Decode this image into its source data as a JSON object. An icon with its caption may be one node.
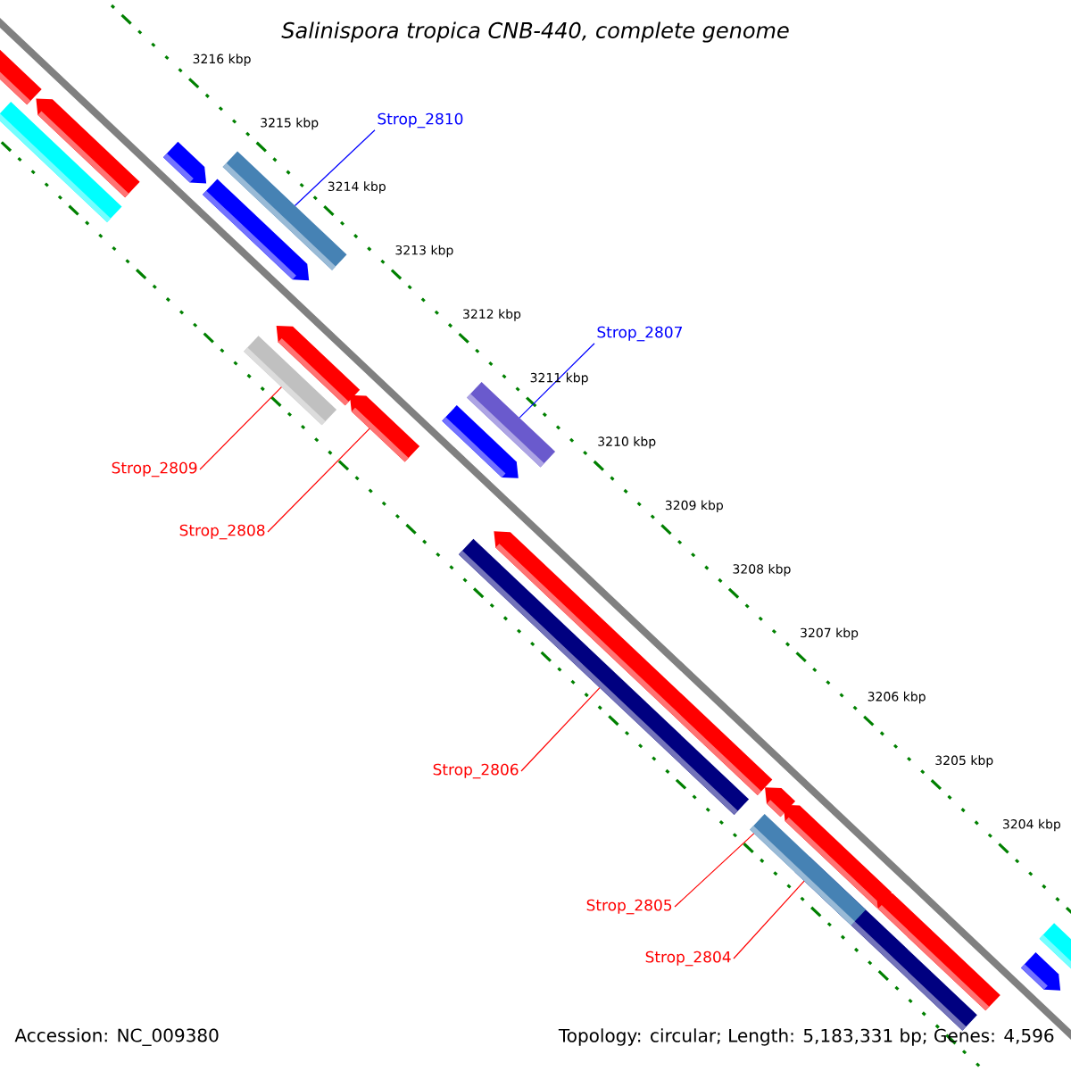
{
  "diagram": {
    "title": "*Salinispora tropica* CNB-440, complete genome",
    "nodes": [
      {
        "text": [
          "Strop_2810"
        ]
      },
      {
        "text": [
          "Strop_2807"
        ]
      },
      {
        "text": [
          "Strop_2809"
        ]
      },
      {
        "text": [
          "Strop_2808"
        ]
      },
      {
        "text": [
          "Strop_2806"
        ]
      },
      {
        "text": [
          "Strop_2805"
        ]
      },
      {
        "text": [
          "Strop_2804"
        ]
      },
      {
        "text": [],
        "shape": "bar"
      },
      {
        "text": [],
        "shape": "bar"
      },
      {
        "text": [],
        "shape": "bar"
      },
      {
        "text": [],
        "shape": "bar"
      },
      {
        "text": [],
        "shape": "bar"
      },
      {
        "text": [],
        "shape": "bar"
      },
      {
        "text": [],
        "shape": "bar"
      }
    ],
    "edges": [
      {
        "from": 0,
        "to": 7,
        "arrow": "none",
        "color": "#0000ff"
      },
      {
        "from": 1,
        "to": 10,
        "arrow": "none",
        "color": "#0000ff"
      },
      {
        "from": 2,
        "to": 8,
        "arrow": "none"
      },
      {
        "from": 3,
        "to": 9,
        "arrow": "none"
      },
      {
        "from": 4,
        "to": 11,
        "arrow": "none"
      },
      {
        "from": 5,
        "to": 12,
        "arrow": "none"
      },
      {
        "from": 6,
        "to": 13,
        "arrow": "none"
      }
    ],
    "labels": [
      "3216 kbp",
      "3215 kbp",
      "3214 kbp",
      "3213 kbp",
      "3212 kbp",
      "3211 kbp",
      "3210 kbp",
      "3209 kbp",
      "3208 kbp",
      "3207 kbp",
      "3206 kbp",
      "3205 kbp",
      "3204 kbp",
      "Accession: NC_009380",
      "Topology: circular; Length: 5,183,331 bp; Genes: 4,596"
    ]
  }
}
